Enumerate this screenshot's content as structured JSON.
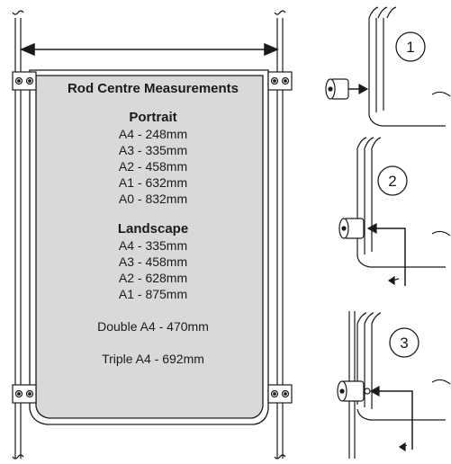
{
  "title": "Rod Centre Measurements",
  "portrait": {
    "heading": "Portrait",
    "items": [
      "A4 - 248mm",
      "A3 - 335mm",
      "A2 - 458mm",
      "A1 - 632mm",
      "A0 - 832mm"
    ]
  },
  "landscape": {
    "heading": "Landscape",
    "items": [
      "A4 - 335mm",
      "A3 - 458mm",
      "A2 - 628mm",
      "A1 - 875mm"
    ]
  },
  "double": "Double A4 - 470mm",
  "triple": "Triple A4 - 692mm",
  "steps": [
    "1",
    "2",
    "3"
  ],
  "colors": {
    "line": "#1a1a1a",
    "panel_fill": "#d9d9d9",
    "background": "#ffffff"
  }
}
